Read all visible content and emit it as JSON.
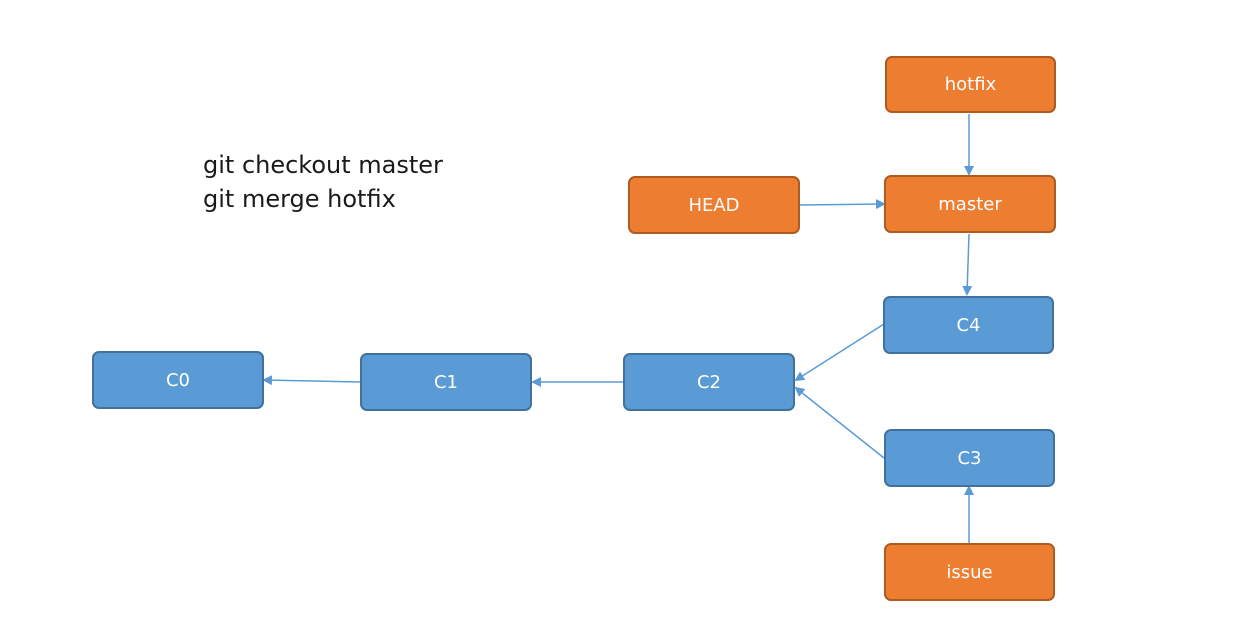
{
  "commands": {
    "line1": "git checkout master",
    "line2": "git merge hotfix"
  },
  "commits": {
    "c0": "C0",
    "c1": "C1",
    "c2": "C2",
    "c3": "C3",
    "c4": "C4"
  },
  "refs": {
    "hotfix": "hotfix",
    "head": "HEAD",
    "master": "master",
    "issue": "issue"
  },
  "colors": {
    "commit_fill": "#5b9bd5",
    "commit_border": "#41719c",
    "ref_fill": "#ed7d31",
    "ref_border": "#ae5a21",
    "edge": "#5b9bd5"
  },
  "edges": [
    {
      "from": "c1",
      "to": "c0"
    },
    {
      "from": "c2",
      "to": "c1"
    },
    {
      "from": "c4",
      "to": "c2"
    },
    {
      "from": "c3",
      "to": "c2"
    },
    {
      "from": "issue",
      "to": "c3"
    },
    {
      "from": "master",
      "to": "c4"
    },
    {
      "from": "hotfix",
      "to": "master"
    },
    {
      "from": "head",
      "to": "master"
    }
  ]
}
